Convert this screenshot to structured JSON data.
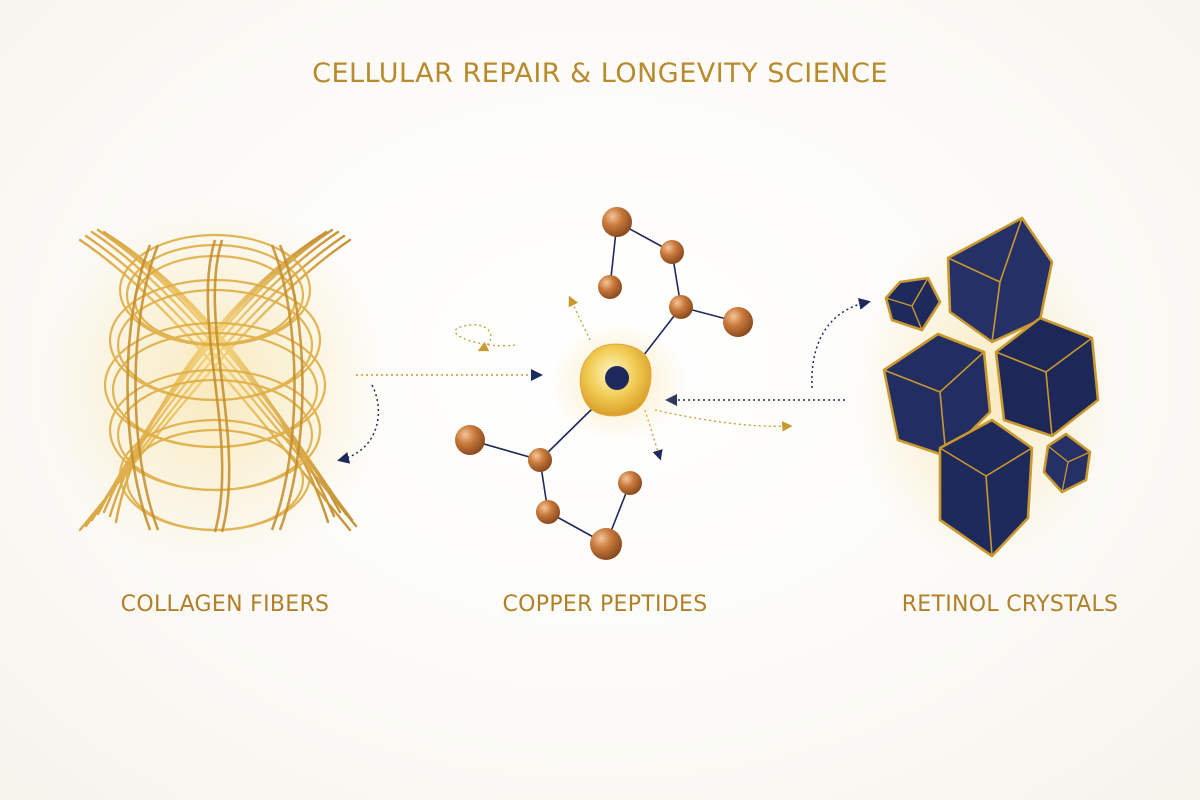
{
  "title": "CELLULAR REPAIR & LONGEVITY SCIENCE",
  "labels": {
    "collagen": "COLLAGEN FIBERS",
    "copper": "COPPER PEPTIDES",
    "retinol": "RETINOL CRYSTALS"
  },
  "colors": {
    "gold": "#c9982f",
    "gold_light": "#e7c36a",
    "copper": "#c47a3c",
    "navy": "#1f2a5c",
    "title": "#b88a2c"
  },
  "icons": [
    "collagen-fibers-icon",
    "copper-peptide-molecule-icon",
    "retinol-crystals-icon"
  ]
}
